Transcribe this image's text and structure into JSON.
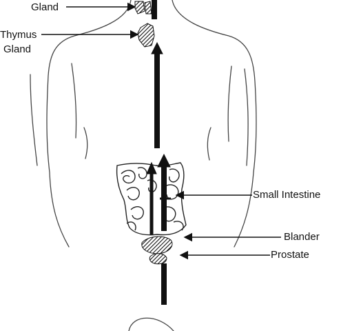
{
  "labels": {
    "gland_top": "Gland",
    "thymus_line1": "Thymus",
    "thymus_line2": "Gland",
    "small_intestine": "Small Intestine",
    "blander": "Blander",
    "prostate": "Prostate"
  },
  "colors": {
    "ink": "#111111",
    "background": "#ffffff"
  }
}
